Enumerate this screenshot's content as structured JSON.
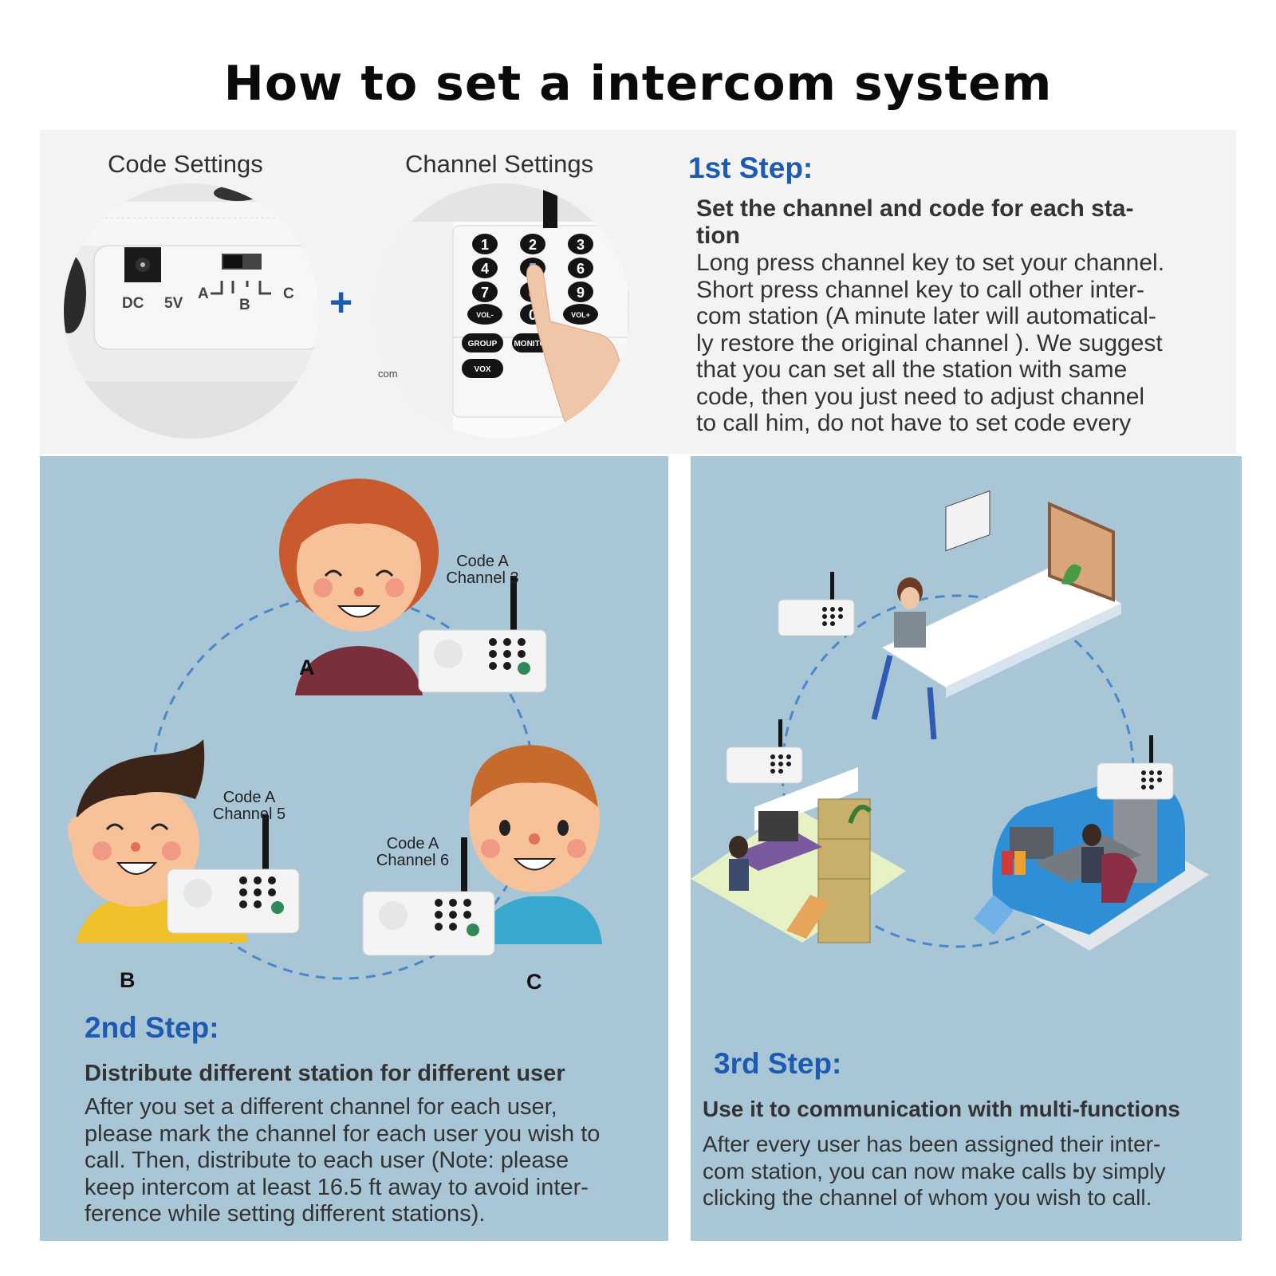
{
  "title": "How to set a intercom system",
  "top": {
    "code_settings_caption": "Code Settings",
    "channel_settings_caption": "Channel Settings",
    "plus": "+",
    "device_back_labels": {
      "dc": "DC",
      "five_v": "5V",
      "a": "A",
      "b": "B",
      "c": "C"
    },
    "keypad": {
      "keys": [
        "1",
        "2",
        "3",
        "4",
        "5",
        "6",
        "7",
        "8",
        "9",
        "VOL-",
        "0",
        "VOL+"
      ],
      "group": "GROUP",
      "monitor": "MONITOR",
      "vox": "VOX",
      "brand_fragment": "com"
    }
  },
  "step1": {
    "title": "1st Step:",
    "subtitle_line1": "Set the channel and code for each sta-",
    "subtitle_line2": "tion",
    "body_lines": [
      "Long press channel key to set your channel.",
      "Short press channel key to call other inter-",
      "com station (A minute later will automatical-",
      "ly restore the original channel ). We suggest",
      "that you can set all the station with same",
      "code, then you just need to adjust channel",
      "to call him, do not have to set code every"
    ]
  },
  "step2": {
    "title": "2nd Step:",
    "subtitle": "Distribute different station for different user",
    "body_lines": [
      "After you set a different channel for each user,",
      "please mark the channel for each user you wish to",
      "call. Then, distribute to each user (Note: please",
      "keep intercom at least 16.5 ft away to avoid inter-",
      "ference while setting  different stations)."
    ],
    "users": [
      {
        "letter": "A",
        "code": "Code A",
        "channel": "Channel 3"
      },
      {
        "letter": "B",
        "code": "Code A",
        "channel": "Channel 5"
      },
      {
        "letter": "C",
        "code": "Code A",
        "channel": "Channel 6"
      }
    ]
  },
  "step3": {
    "title": "3rd Step:",
    "subtitle": "Use it to communication with multi-functions",
    "body_lines": [
      "After every user has been assigned their inter-",
      "com station, you can now make calls by simply",
      "clicking the channel of whom you wish to call."
    ]
  },
  "colors": {
    "accent_blue": "#1d5bb3",
    "panel_blue": "#a9c6d7",
    "top_panel_gray": "#f3f3f3",
    "dashed_line": "#4a87c9"
  }
}
